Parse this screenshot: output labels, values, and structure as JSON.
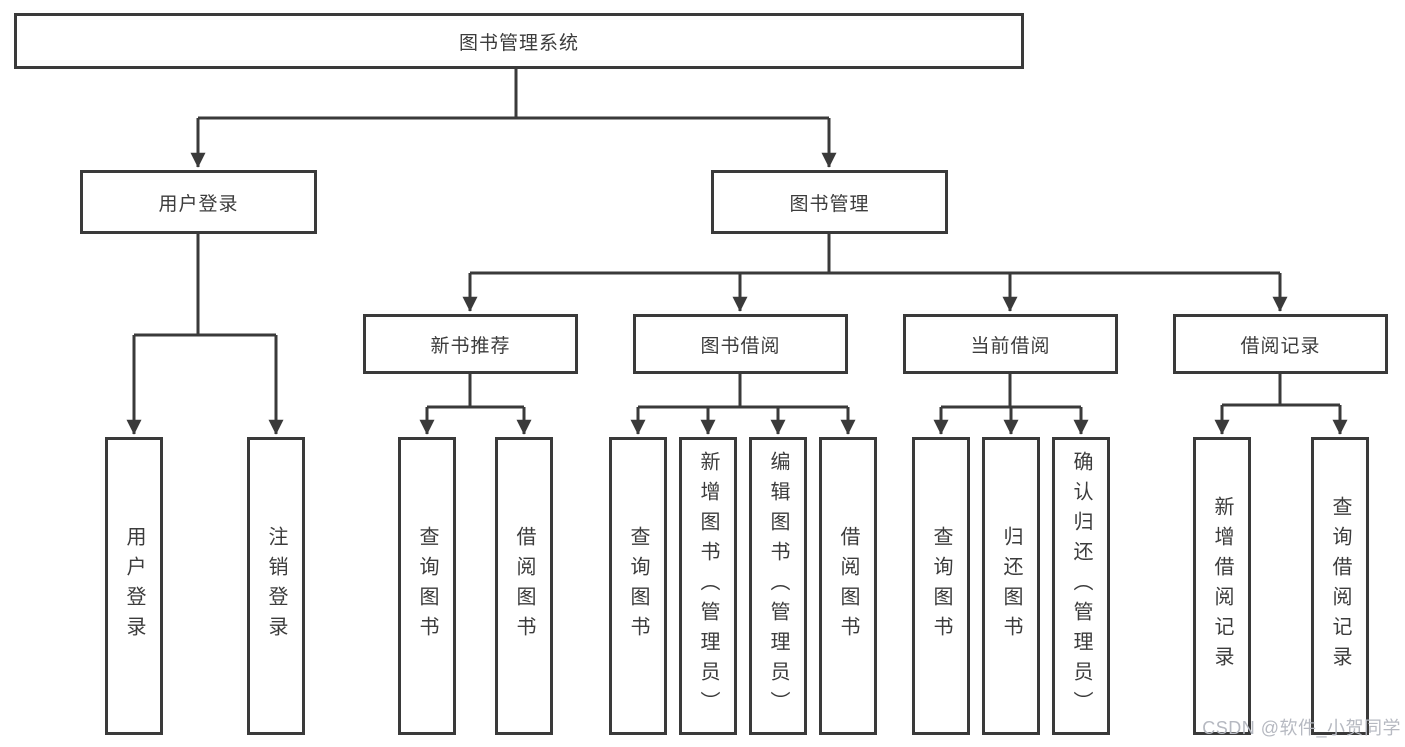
{
  "tree": {
    "label": "图书管理系统",
    "children": [
      {
        "label": "用户登录",
        "children": [
          {
            "label": "用户登录"
          },
          {
            "label": "注销登录"
          }
        ]
      },
      {
        "label": "图书管理",
        "children": [
          {
            "label": "新书推荐",
            "children": [
              {
                "label": "查询图书"
              },
              {
                "label": "借阅图书"
              }
            ]
          },
          {
            "label": "图书借阅",
            "children": [
              {
                "label": "查询图书"
              },
              {
                "label": "新增图书（管理员）"
              },
              {
                "label": "编辑图书（管理员）"
              },
              {
                "label": "借阅图书"
              }
            ]
          },
          {
            "label": "当前借阅",
            "children": [
              {
                "label": "查询图书"
              },
              {
                "label": "归还图书"
              },
              {
                "label": "确认归还（管理员）"
              }
            ]
          },
          {
            "label": "借阅记录",
            "children": [
              {
                "label": "新增借阅记录"
              },
              {
                "label": "查询借阅记录"
              }
            ]
          }
        ]
      }
    ]
  },
  "watermark": {
    "text": "CSDN @软件_小贺同学"
  },
  "colors": {
    "line": "#3a3a3a",
    "text": "#3c3c3c",
    "watermark": "#b6b9c1",
    "background": "#ffffff"
  }
}
